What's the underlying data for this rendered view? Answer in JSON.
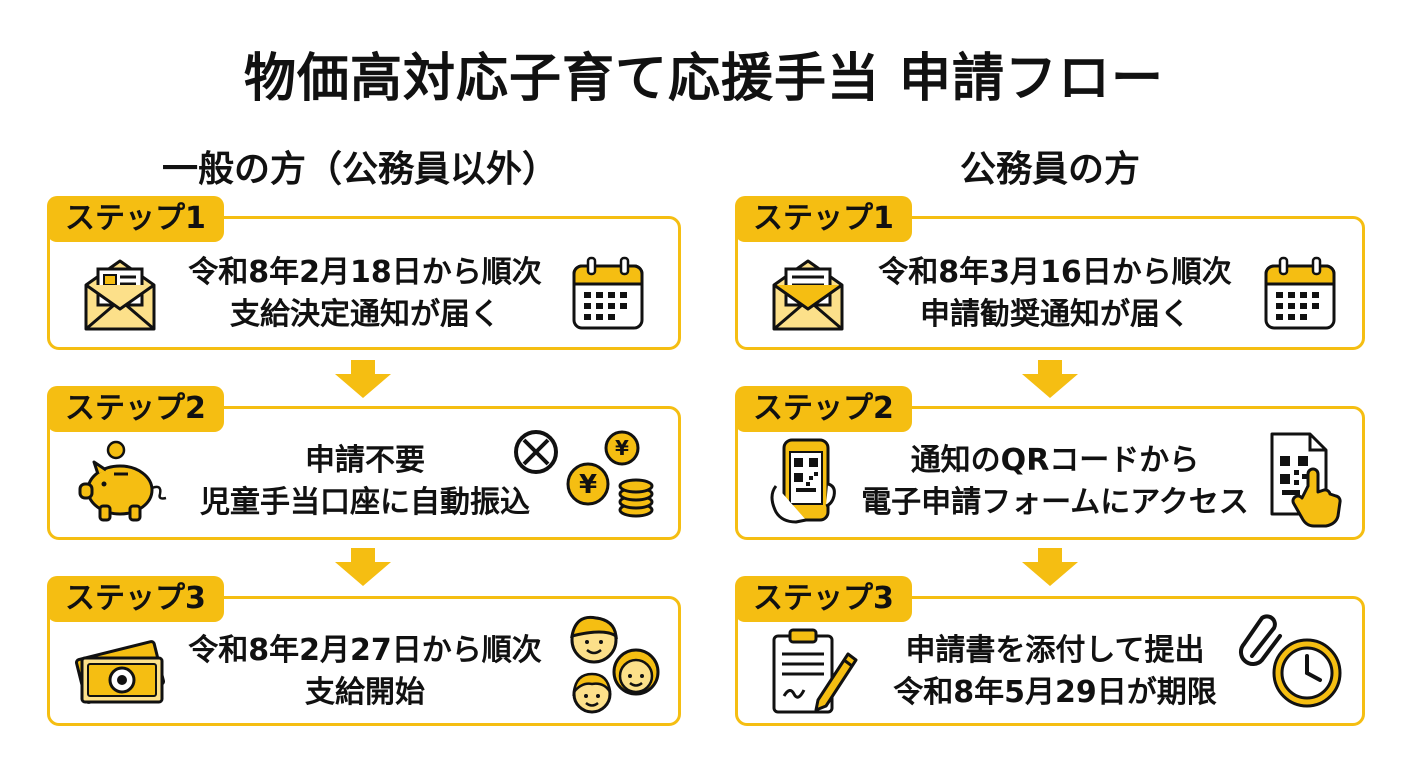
{
  "title": "物価高対応子育て応援手当 申請フロー",
  "columns": [
    {
      "heading": "一般の方（公務員以外）",
      "steps": [
        {
          "label": "ステップ1",
          "line1": "令和8年2月18日から順次",
          "line2": "支給決定通知が届く",
          "icons": [
            "envelope-icon",
            "calendar-icon"
          ]
        },
        {
          "label": "ステップ2",
          "line1": "申請不要",
          "line2": "児童手当口座に自動振込",
          "icons": [
            "piggy-bank-icon",
            "no-entry-icon",
            "yen-coins-icon"
          ],
          "coin_symbol": "¥"
        },
        {
          "label": "ステップ3",
          "line1": "令和8年2月27日から順次",
          "line2": "支給開始",
          "icons": [
            "cash-bills-icon",
            "family-icon"
          ]
        }
      ]
    },
    {
      "heading": "公務員の方",
      "steps": [
        {
          "label": "ステップ1",
          "line1": "令和8年3月16日から順次",
          "line2": "申請勧奨通知が届く",
          "icons": [
            "envelope-icon",
            "calendar-icon"
          ]
        },
        {
          "label": "ステップ2",
          "line1": "通知のQRコードから",
          "line2": "電子申請フォームにアクセス",
          "icons": [
            "smartphone-qr-icon",
            "qr-document-tap-icon"
          ]
        },
        {
          "label": "ステップ3",
          "line1": "申請書を添付して提出",
          "line2": "令和8年5月29日が期限",
          "icons": [
            "clipboard-pen-icon",
            "paperclip-icon",
            "clock-icon"
          ]
        }
      ]
    }
  ],
  "colors": {
    "accent": "#F5BE12",
    "icon_fill": "#FCE08A",
    "text": "#111111"
  }
}
